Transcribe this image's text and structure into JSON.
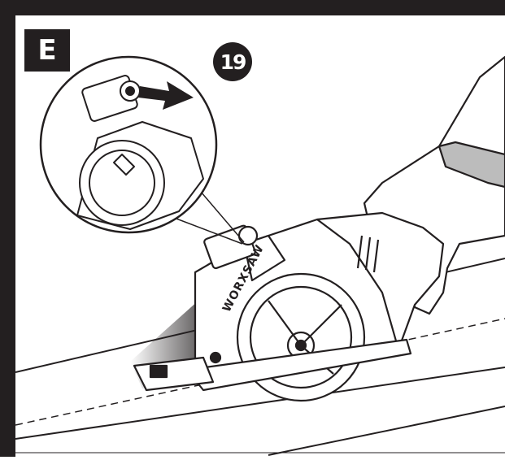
{
  "step": {
    "label": "E"
  },
  "callout": {
    "number": "19"
  },
  "tool": {
    "brand": "WORXSAW"
  }
}
